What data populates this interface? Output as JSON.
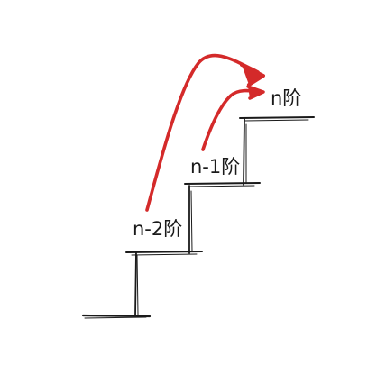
{
  "labels": {
    "step_n": "n阶",
    "step_n_minus_1": "n-1阶",
    "step_n_minus_2": "n-2阶"
  },
  "colors": {
    "line": "#1a1a1a",
    "arrow": "#d42a2a",
    "background": "#ffffff"
  }
}
